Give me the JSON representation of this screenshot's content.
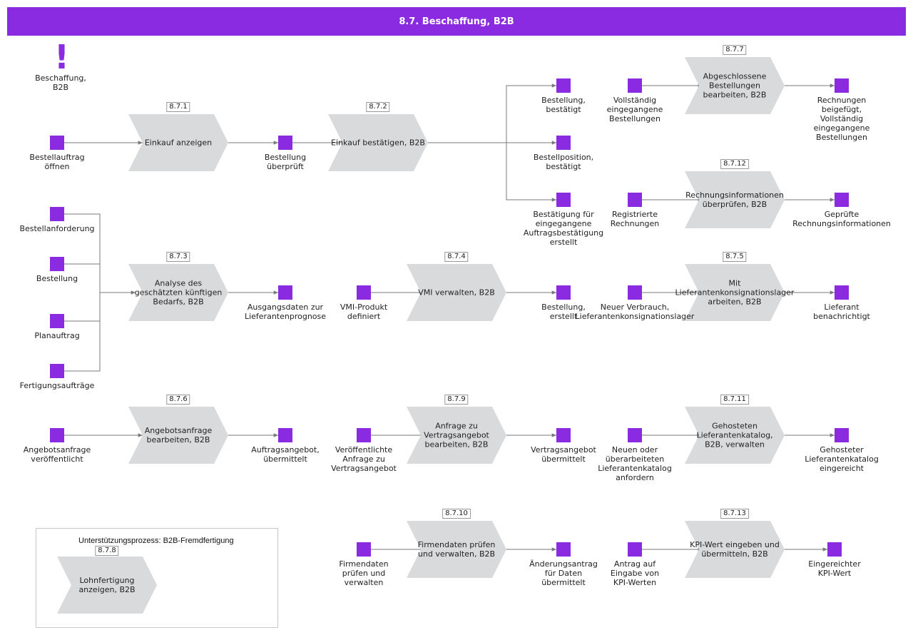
{
  "title": "8.7. Beschaffung, B2B",
  "start": {
    "icon": "exclamation-icon",
    "label": "Beschaffung,\nB2B"
  },
  "colors": {
    "accent": "#8a2be2",
    "function_fill": "#d9dadc",
    "connector": "#7a7a7a"
  },
  "functions": [
    {
      "id": "8.7.1",
      "label": "Einkauf anzeigen"
    },
    {
      "id": "8.7.2",
      "label": "Einkauf bestätigen, B2B"
    },
    {
      "id": "8.7.7",
      "label": "Abgeschlossene\nBestellungen\nbearbeiten, B2B"
    },
    {
      "id": "8.7.12",
      "label": "Rechnungsinformationen\nüberprüfen, B2B"
    },
    {
      "id": "8.7.3",
      "label": "Analyse des\ngeschätzten künftigen\nBedarfs, B2B"
    },
    {
      "id": "8.7.4",
      "label": "VMI verwalten, B2B"
    },
    {
      "id": "8.7.5",
      "label": "Mit\nLieferantenkonsignationslager\narbeiten, B2B"
    },
    {
      "id": "8.7.6",
      "label": "Angebotsanfrage\nbearbeiten, B2B"
    },
    {
      "id": "8.7.9",
      "label": "Anfrage zu\nVertragsangebot\nbearbeiten, B2B"
    },
    {
      "id": "8.7.11",
      "label": "Gehosteten\nLieferantenkatalog,\nB2B, verwalten"
    },
    {
      "id": "8.7.10",
      "label": "Firmendaten prüfen\nund verwalten, B2B"
    },
    {
      "id": "8.7.13",
      "label": "KPI-Wert eingeben und\nübermitteln, B2B"
    }
  ],
  "events": [
    "Bestellauftrag\nöffnen",
    "Bestellung\nüberprüft",
    "Bestellung,\nbestätigt",
    "Bestellposition,\nbestätigt",
    "Bestätigung für\neingegangene\nAuftragsbestätigung\nerstellt",
    "Vollständig\neingegangene\nBestellungen",
    "Rechnungen\nbeigefügt,\nVollständig\neingegangene\nBestellungen",
    "Registrierte\nRechnungen",
    "Geprüfte\nRechnungsinformationen",
    "Bestellanforderung",
    "Bestellung",
    "Planauftrag",
    "Fertigungsaufträge",
    "Ausgangsdaten zur\nLieferantenprognose",
    "VMI-Produkt\ndefiniert",
    "Bestellung,\nerstellt",
    "Neuer Verbrauch,\nLieferantenkonsignationslager",
    "Lieferant\nbenachrichtigt",
    "Angebotsanfrage\nveröffentlicht",
    "Auftragsangebot,\nübermittelt",
    "Veröffentlichte\nAnfrage zu\nVertragsangebot",
    "Vertragsangebot\nübermittelt",
    "Neuen oder\nüberarbeiteten\nLieferantenkatalog\nanfordern",
    "Gehosteter\nLieferantenkatalog\neingereicht",
    "Firmendaten\nprüfen und\nverwalten",
    "Änderungsantrag\nfür Daten\nübermittelt",
    "Antrag auf\nEingabe von\nKPI-Werten",
    "Eingereichter\nKPI-Wert"
  ],
  "support": {
    "title": "Unterstützungsprozess: B2B-Fremdfertigung",
    "id": "8.7.8",
    "label": "Lohnfertigung\nanzeigen, B2B"
  }
}
